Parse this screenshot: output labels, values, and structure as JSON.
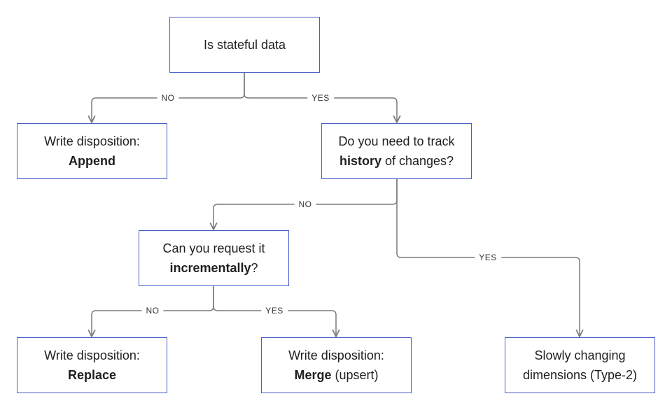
{
  "nodes": {
    "root": {
      "text": "Is stateful data"
    },
    "append": {
      "line1": "Write disposition:",
      "bold": "Append"
    },
    "history": {
      "line1": "Do you need to track",
      "bold": "history",
      "rest": " of changes?"
    },
    "incremental": {
      "line1": "Can you request it",
      "bold": "incrementally",
      "rest": "?"
    },
    "replace": {
      "line1": "Write disposition:",
      "bold": "Replace"
    },
    "merge": {
      "line1": "Write disposition:",
      "bold": "Merge",
      "rest": " (upsert)"
    },
    "scd": {
      "line1": "Slowly changing",
      "line2": "dimensions (Type-2)"
    }
  },
  "edges": {
    "root_no": "NO",
    "root_yes": "YES",
    "history_no": "NO",
    "history_yes": "YES",
    "incr_no": "NO",
    "incr_yes": "YES"
  },
  "colors": {
    "box_border": "#4a5ec9",
    "connector": "#7a7a7a",
    "text": "#1f1f1f"
  }
}
